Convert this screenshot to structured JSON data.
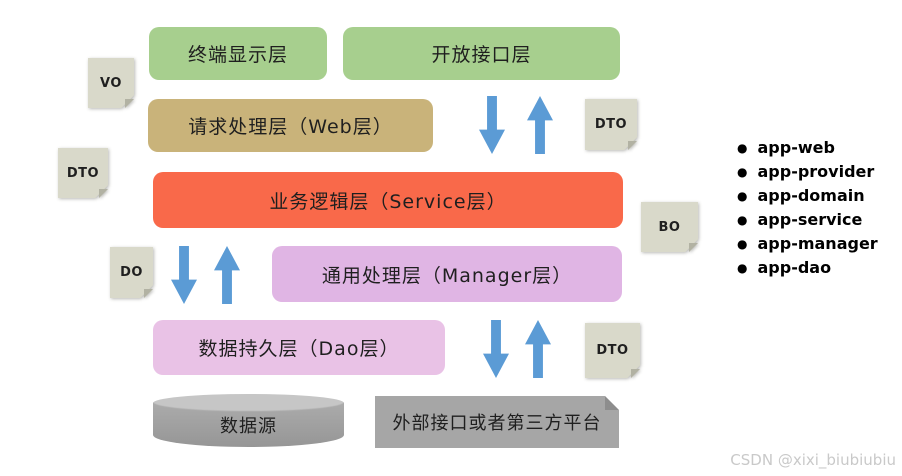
{
  "layers": {
    "terminal": "终端显示层",
    "open_api": "开放接口层",
    "web": "请求处理层（Web层）",
    "service": "业务逻辑层（Service层）",
    "manager": "通用处理层（Manager层）",
    "dao": "数据持久层（Dao层）"
  },
  "data_sources": {
    "database": "数据源",
    "external_platform": "外部接口或者第三方平台"
  },
  "annotations": {
    "vo": "VO",
    "dto_web": "DTO",
    "dto_open_api": "DTO",
    "bo": "BO",
    "do": "DO",
    "dto_external": "DTO"
  },
  "modules": {
    "items": [
      "app-web",
      "app-provider",
      "app-domain",
      "app-service",
      "app-manager",
      "app-dao"
    ]
  },
  "watermark": "CSDN @xixi_biubiubiu",
  "colors": {
    "green": "#a7cf8e",
    "tan": "#c9b37a",
    "orange": "#f9694a",
    "purple": "#e0b5e4",
    "pink": "#e9c2e6",
    "sticky": "#d9d9ca",
    "sticky-fold": "#b2b2a3",
    "arrow": "#5b9bd5",
    "gray-card": "#a6a6a6",
    "cyl-top": "#c6c6c6",
    "text": "#1f1f1f",
    "watermark": "#c9c9c9"
  }
}
